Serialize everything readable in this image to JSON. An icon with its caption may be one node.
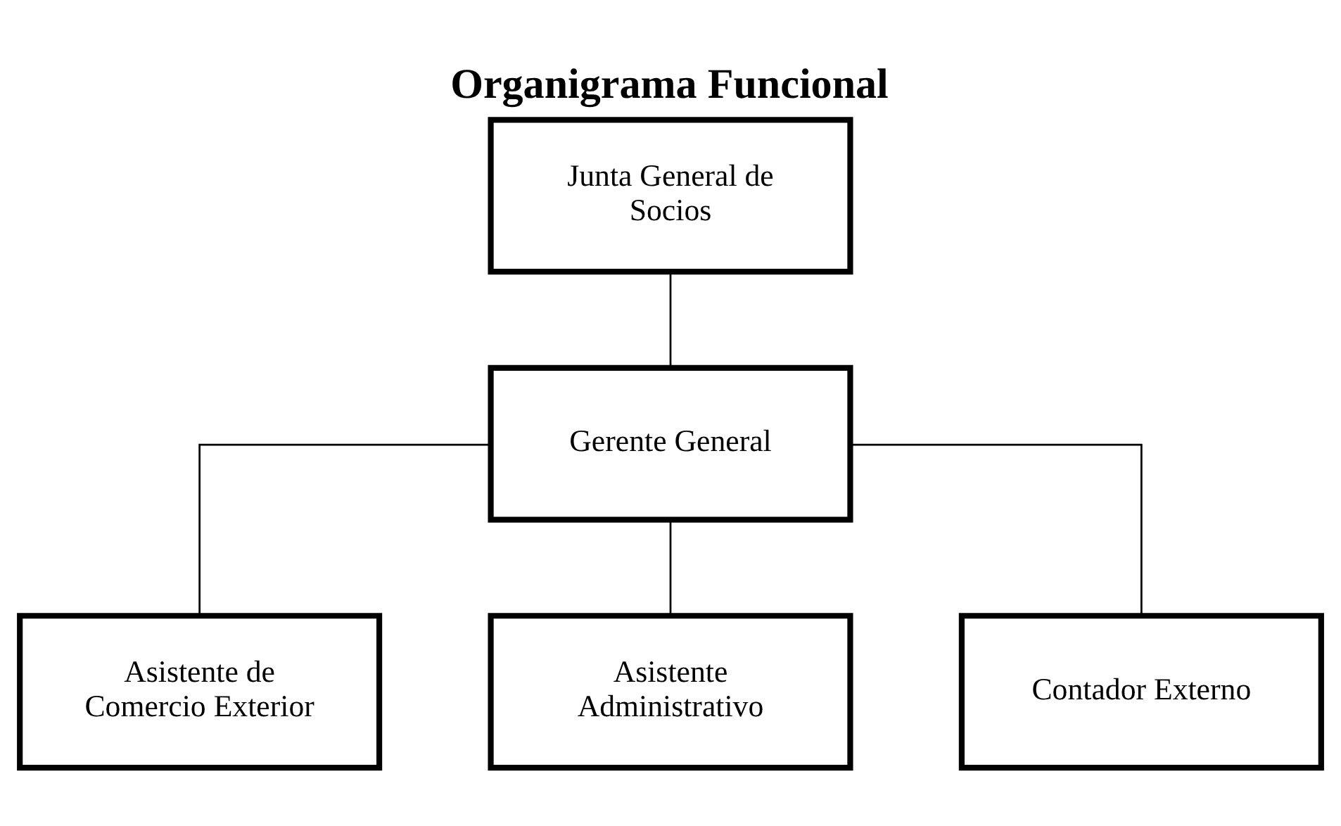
{
  "diagram": {
    "title": "Organigrama Funcional",
    "nodes": [
      {
        "text": [
          "Junta General de Socios"
        ]
      },
      {
        "text": [
          "Gerente General"
        ]
      },
      {
        "text": [
          "Asistente de Comercio Exterior"
        ]
      },
      {
        "text": [
          "Asistente Administrativo"
        ]
      },
      {
        "text": [
          "Contador Externo"
        ]
      }
    ],
    "edges": [
      {
        "from": 0,
        "to": 1,
        "arrow": "none"
      },
      {
        "from": 1,
        "to": 2,
        "arrow": "none"
      },
      {
        "from": 1,
        "to": 3,
        "arrow": "none"
      },
      {
        "from": 1,
        "to": 4,
        "arrow": "none"
      }
    ]
  }
}
